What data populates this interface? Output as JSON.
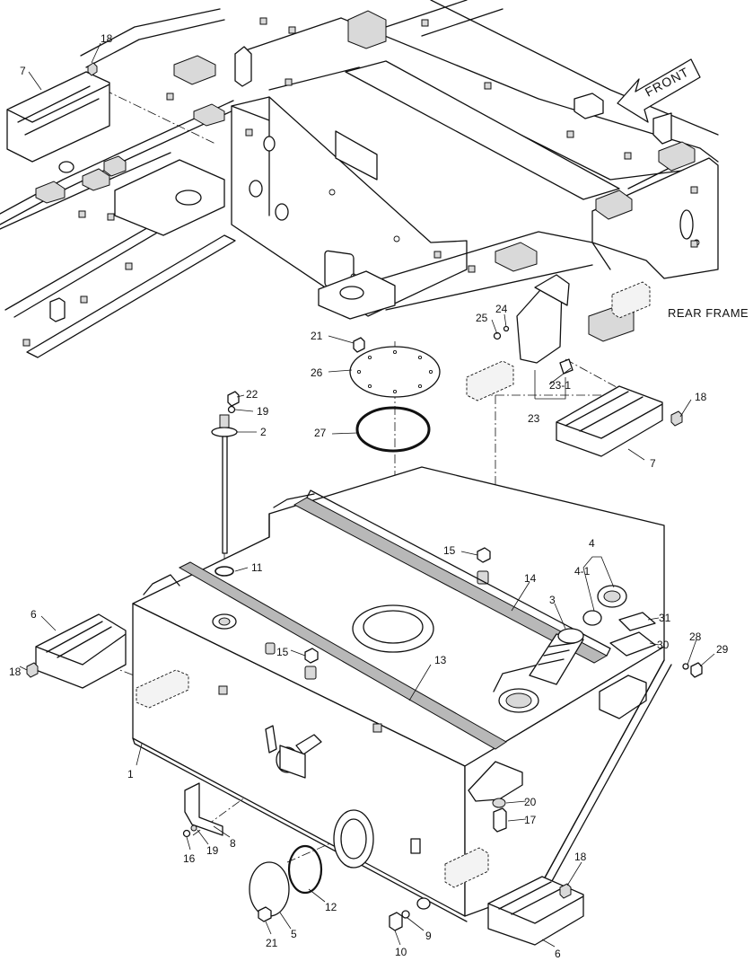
{
  "annotations": {
    "front": "FRONT",
    "rear_frame": "REAR FRAME"
  },
  "callouts": [
    {
      "id": "c18a",
      "label": "18"
    },
    {
      "id": "c7a",
      "label": "7"
    },
    {
      "id": "c21a",
      "label": "21"
    },
    {
      "id": "c26",
      "label": "26"
    },
    {
      "id": "c25",
      "label": "25"
    },
    {
      "id": "c24",
      "label": "24"
    },
    {
      "id": "c22",
      "label": "22"
    },
    {
      "id": "c19a",
      "label": "19"
    },
    {
      "id": "c2",
      "label": "2"
    },
    {
      "id": "c27",
      "label": "27"
    },
    {
      "id": "c23-1",
      "label": "23-1"
    },
    {
      "id": "c23",
      "label": "23"
    },
    {
      "id": "c18b",
      "label": "18"
    },
    {
      "id": "c7b",
      "label": "7"
    },
    {
      "id": "c15a",
      "label": "15"
    },
    {
      "id": "c11",
      "label": "11"
    },
    {
      "id": "c4",
      "label": "4"
    },
    {
      "id": "c4-1",
      "label": "4-1"
    },
    {
      "id": "c14",
      "label": "14"
    },
    {
      "id": "c3",
      "label": "3"
    },
    {
      "id": "c31",
      "label": "31"
    },
    {
      "id": "c6a",
      "label": "6"
    },
    {
      "id": "c30",
      "label": "30"
    },
    {
      "id": "c28",
      "label": "28"
    },
    {
      "id": "c29",
      "label": "29"
    },
    {
      "id": "c15b",
      "label": "15"
    },
    {
      "id": "c13",
      "label": "13"
    },
    {
      "id": "c18c",
      "label": "18"
    },
    {
      "id": "c1",
      "label": "1"
    },
    {
      "id": "c20",
      "label": "20"
    },
    {
      "id": "c17",
      "label": "17"
    },
    {
      "id": "c8",
      "label": "8"
    },
    {
      "id": "c16",
      "label": "16"
    },
    {
      "id": "c19b",
      "label": "19"
    },
    {
      "id": "c12",
      "label": "12"
    },
    {
      "id": "c18d",
      "label": "18"
    },
    {
      "id": "c5",
      "label": "5"
    },
    {
      "id": "c21b",
      "label": "21"
    },
    {
      "id": "c9",
      "label": "9"
    },
    {
      "id": "c10",
      "label": "10"
    },
    {
      "id": "c6b",
      "label": "6"
    }
  ]
}
